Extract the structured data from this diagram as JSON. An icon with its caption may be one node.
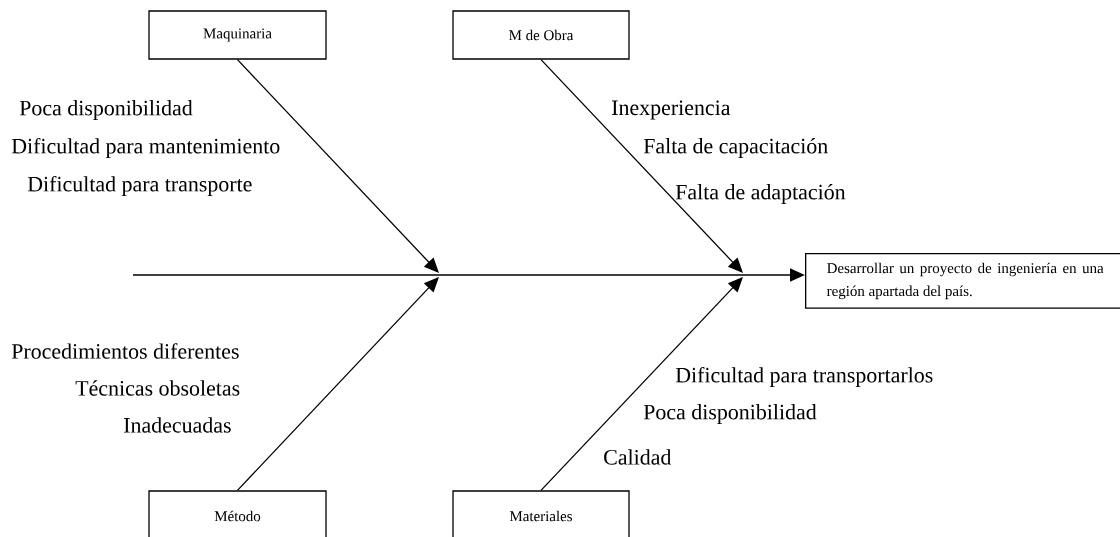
{
  "diagram": {
    "nodes": [
      {
        "text": [
          "Maquinaria"
        ]
      },
      {
        "text": [
          "M de Obra"
        ]
      },
      {
        "text": [
          "Método"
        ]
      },
      {
        "text": [
          "Materiales"
        ]
      },
      {
        "text": [
          "Desarrollar un proyecto de ingeniería en una región apartada del país."
        ]
      }
    ],
    "edges": [
      {
        "from": 0,
        "to": null,
        "arrow": "to"
      },
      {
        "from": 1,
        "to": null,
        "arrow": "to"
      },
      {
        "from": 2,
        "to": null,
        "arrow": "to"
      },
      {
        "from": 3,
        "to": null,
        "arrow": "to"
      },
      {
        "from": null,
        "to": 4,
        "arrow": "to"
      }
    ],
    "labels": [
      "Poca disponibilidad",
      "Inexperiencia",
      "Dificultad para mantenimiento",
      "Falta de capacitación",
      "Dificultad para transporte",
      "Falta de adaptación",
      "Procedimientos diferentes",
      "Dificultad para transportarlos",
      "Técnicas obsoletas",
      "Poca disponibilidad",
      "Inadecuadas",
      "Calidad"
    ]
  }
}
